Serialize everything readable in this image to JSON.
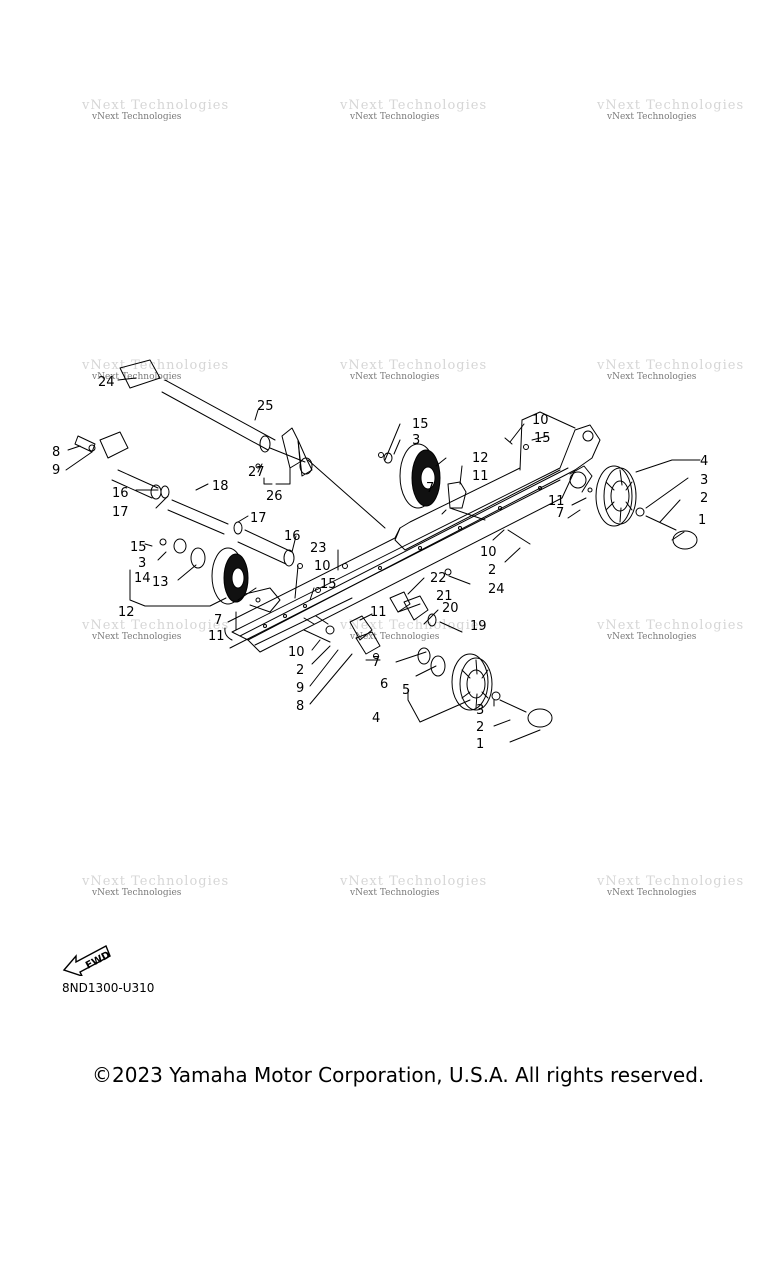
{
  "watermark": {
    "text": "vNext Technologies"
  },
  "callouts": [
    "1",
    "2",
    "3",
    "4",
    "5",
    "6",
    "7",
    "8",
    "9",
    "10",
    "11",
    "12",
    "13",
    "14",
    "15",
    "16",
    "17",
    "18",
    "19",
    "20",
    "21",
    "22",
    "23",
    "24",
    "25",
    "26",
    "27"
  ],
  "fwd_label": "FWD",
  "part_code": "8ND1300-U310",
  "copyright": "©2023 Yamaha Motor Corporation, U.S.A. All rights reserved."
}
